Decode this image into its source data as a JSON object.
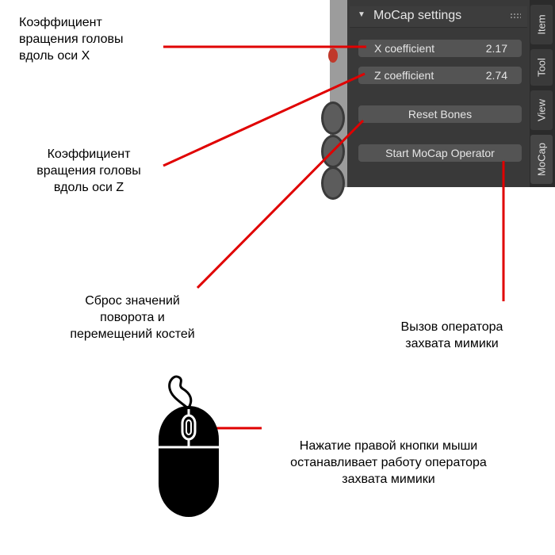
{
  "annotations": {
    "x_coef": "Коэффициент\nвращения головы\nвдоль оси X",
    "z_coef": "Коэффициент\nвращения головы\nвдоль оси Z",
    "reset": "Сброс значений\nповорота и\nперемещений костей",
    "operator": "Вызов оператора\nзахвата мимики",
    "mouse": "Нажатие правой кнопки мыши\nостанавливает работу оператора\nзахвата мимики"
  },
  "panel": {
    "title": "MoCap settings",
    "x_label": "X coefficient",
    "x_value": "2.17",
    "z_label": "Z coefficient",
    "z_value": "2.74",
    "reset_label": "Reset Bones",
    "start_label": "Start MoCap Operator"
  },
  "tabs": [
    "Item",
    "Tool",
    "View",
    "MoCap"
  ],
  "colors": {
    "accent_line": "#e00000",
    "panel_bg": "#393939",
    "field_bg": "#545454"
  }
}
